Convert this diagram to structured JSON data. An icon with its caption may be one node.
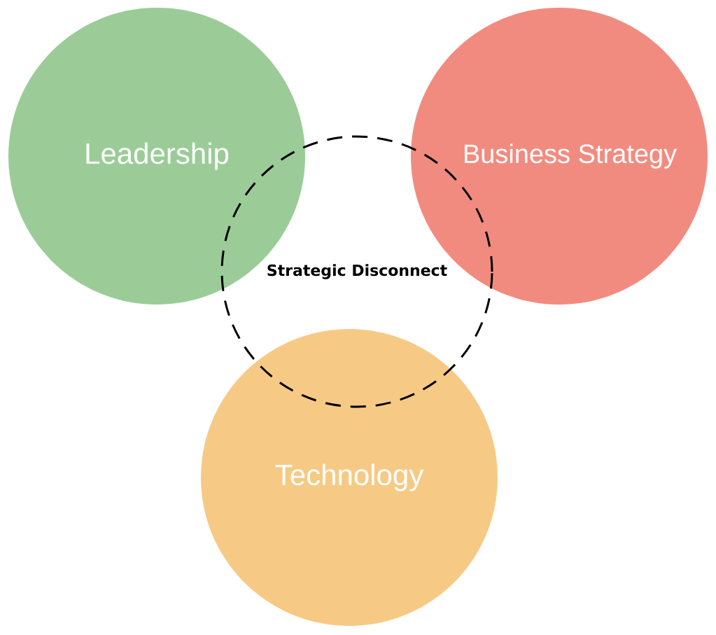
{
  "diagram": {
    "nodes": [
      {
        "text": [
          "Leadership"
        ]
      },
      {
        "text": [
          "Business Strategy"
        ]
      },
      {
        "text": [
          "Technology"
        ]
      },
      {
        "text": [
          "Strategic Disconnect"
        ]
      }
    ]
  }
}
